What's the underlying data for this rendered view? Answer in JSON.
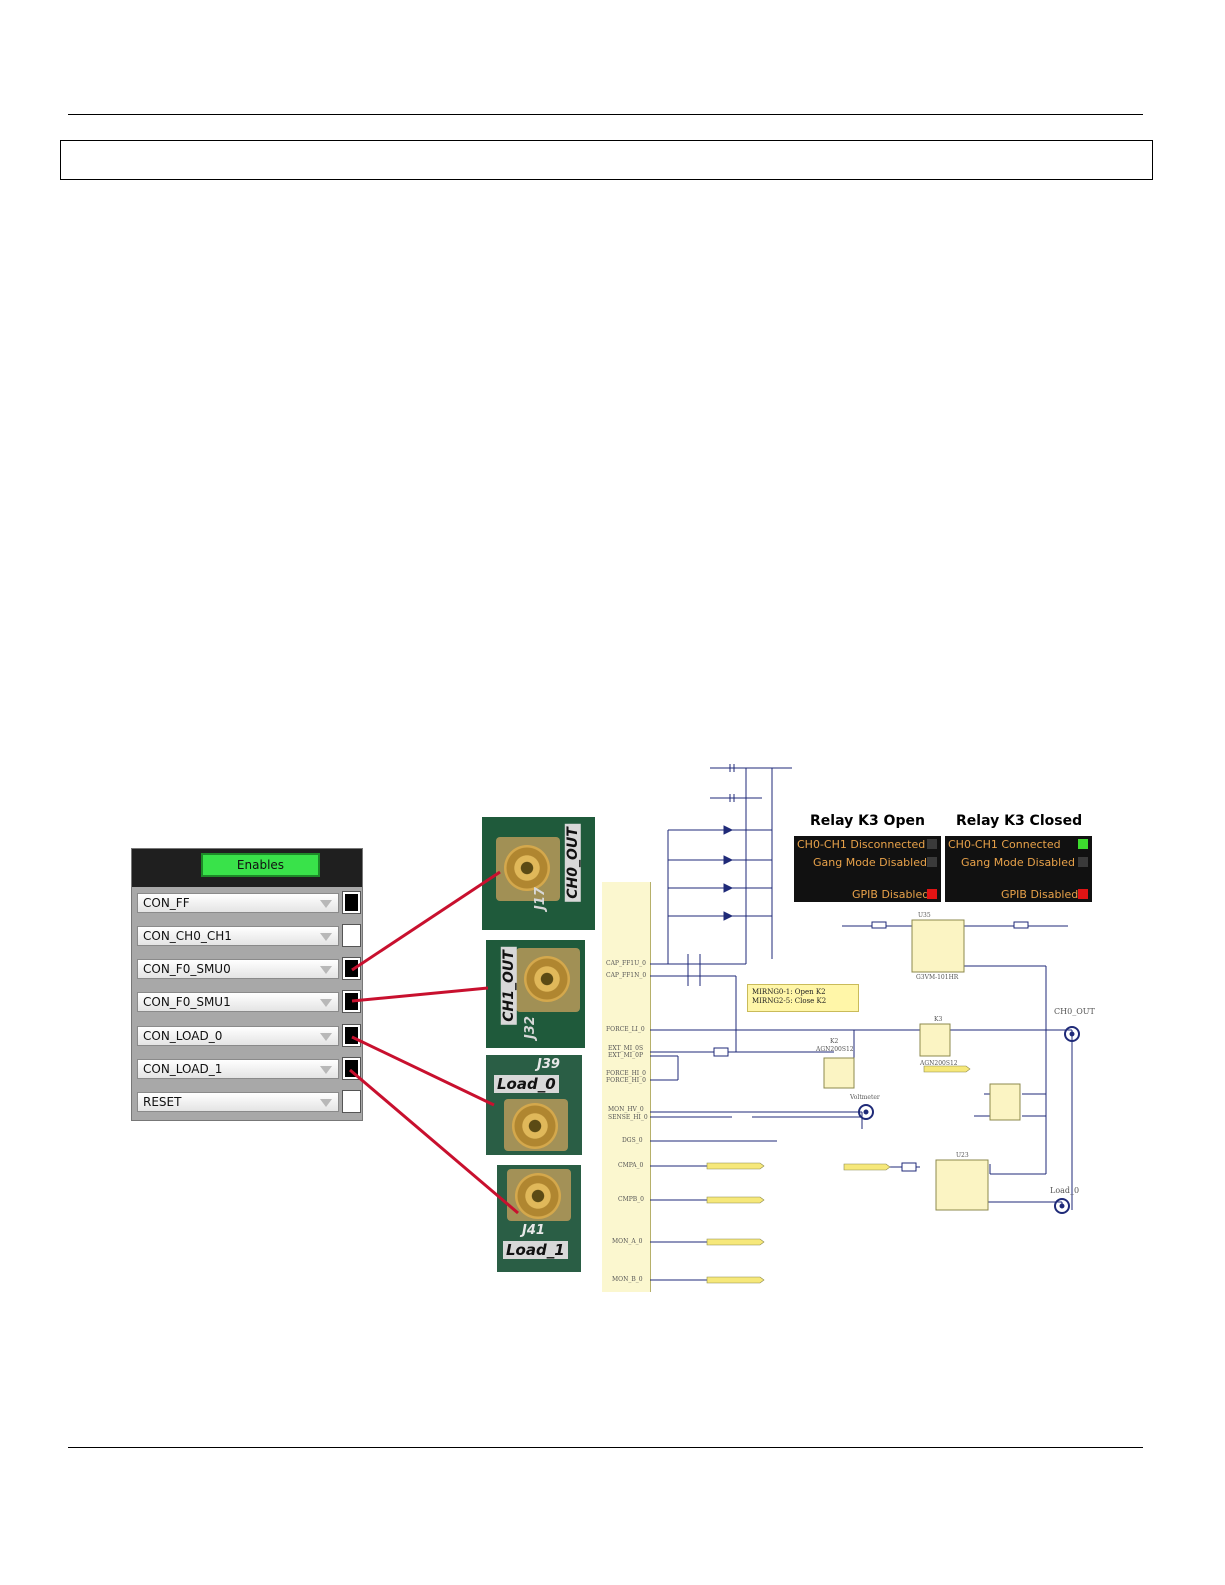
{
  "panel": {
    "title": "Enables",
    "rows": [
      {
        "label": "CON_FF",
        "checked": true
      },
      {
        "label": "CON_CH0_CH1",
        "checked": false
      },
      {
        "label": "CON_F0_SMU0",
        "checked": true
      },
      {
        "label": "CON_F0_SMU1",
        "checked": true
      },
      {
        "label": "CON_LOAD_0",
        "checked": true
      },
      {
        "label": "CON_LOAD_1",
        "checked": true
      },
      {
        "label": "RESET",
        "checked": false
      }
    ]
  },
  "photos": {
    "j17": {
      "ref": "J17",
      "name": "CH0_OUT"
    },
    "j32": {
      "ref": "J32",
      "name": "CH1_OUT"
    },
    "j39": {
      "ref": "J39",
      "name": "Load_0"
    },
    "j41": {
      "ref": "J41",
      "name": "Load_1"
    }
  },
  "relay": {
    "open": {
      "title": "Relay K3 Open",
      "line1": "CH0-CH1 Disconnected",
      "line2": "Gang Mode Disabled",
      "line3": "GPIB Disabled"
    },
    "closed": {
      "title": "Relay K3 Closed",
      "line1": "CH0-CH1 Connected",
      "line2": "Gang Mode Disabled",
      "line3": "GPIB Disabled"
    },
    "colors": {
      "off": "#3a3a3a",
      "green": "#3ddc2e",
      "red": "#e01414"
    }
  },
  "schematic": {
    "note_line1": "MIRNG0-1: Open K2",
    "note_line2": "MIRNG2-5: Close K2",
    "sidebar_labels": [
      "CAP_FF1U_0",
      "CAP_FF1N_0",
      "FORCE_LI_0",
      "EXT_MI_0S",
      "EXT_MI_0P",
      "FORCE_HI_0",
      "FORCE_HI_0",
      "MON_HV_0",
      "SENSE_HI_0",
      "DGS_0",
      "CMPA_0",
      "CMPB_0",
      "MON_A_0",
      "MON_B_0"
    ],
    "parts": {
      "k3": "K3",
      "k2": "K2",
      "u35": "U35",
      "u23": "U23",
      "voltmeter": "Voltmeter",
      "ch0_out": "CH0_OUT",
      "load_0": "Load_0",
      "agn": "AGN200S12",
      "g3vm": "G3VM-101HR"
    }
  }
}
